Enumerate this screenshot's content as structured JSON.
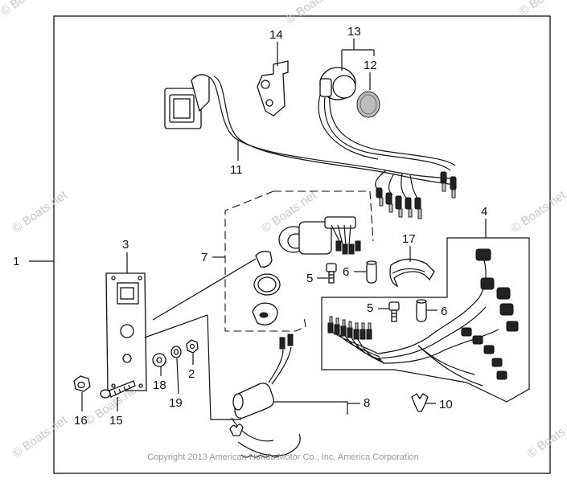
{
  "callouts": {
    "c1": "1",
    "c2": "2",
    "c3": "3",
    "c4": "4",
    "c5a": "5",
    "c5b": "5",
    "c6a": "6",
    "c6b": "6",
    "c7": "7",
    "c8": "8",
    "c10": "10",
    "c11": "11",
    "c12": "12",
    "c13": "13",
    "c14": "14",
    "c15": "15",
    "c16": "16",
    "c17": "17",
    "c18": "18",
    "c19": "19"
  },
  "watermark": {
    "text": "© Boats.net"
  },
  "copyright": "Copyright 2013 American Honda Motor Co., Inc. America Corporation"
}
